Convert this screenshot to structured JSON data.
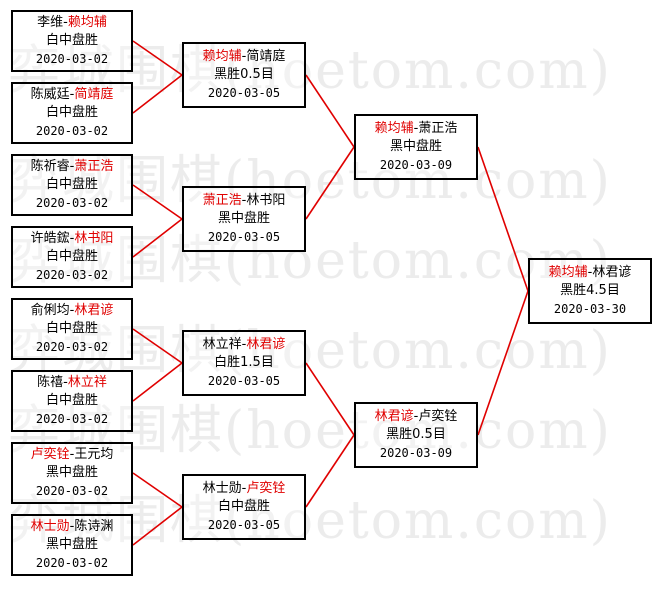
{
  "watermark": "弈城围棋(hoetom.com)",
  "colors": {
    "winner": "#e00000",
    "line": "#e00000",
    "border": "#000000"
  },
  "round1": [
    {
      "p1": "李维",
      "p2": "赖均辅",
      "winner": 2,
      "result": "白中盘胜",
      "date": "2020-03-02"
    },
    {
      "p1": "陈威廷",
      "p2": "简靖庭",
      "winner": 2,
      "result": "白中盘胜",
      "date": "2020-03-02"
    },
    {
      "p1": "陈祈睿",
      "p2": "萧正浩",
      "winner": 2,
      "result": "白中盘胜",
      "date": "2020-03-02"
    },
    {
      "p1": "许皓鋐",
      "p2": "林书阳",
      "winner": 2,
      "result": "白中盘胜",
      "date": "2020-03-02"
    },
    {
      "p1": "俞俐均",
      "p2": "林君谚",
      "winner": 2,
      "result": "白中盘胜",
      "date": "2020-03-02"
    },
    {
      "p1": "陈禧",
      "p2": "林立祥",
      "winner": 2,
      "result": "白中盘胜",
      "date": "2020-03-02"
    },
    {
      "p1": "卢奕铨",
      "p2": "王元均",
      "winner": 1,
      "result": "黑中盘胜",
      "date": "2020-03-02"
    },
    {
      "p1": "林士勋",
      "p2": "陈诗渊",
      "winner": 1,
      "result": "黑中盘胜",
      "date": "2020-03-02"
    }
  ],
  "round2": [
    {
      "p1": "赖均辅",
      "p2": "简靖庭",
      "winner": 1,
      "result": "黑胜0.5目",
      "date": "2020-03-05"
    },
    {
      "p1": "萧正浩",
      "p2": "林书阳",
      "winner": 1,
      "result": "黑中盘胜",
      "date": "2020-03-05"
    },
    {
      "p1": "林立祥",
      "p2": "林君谚",
      "winner": 2,
      "result": "白胜1.5目",
      "date": "2020-03-05"
    },
    {
      "p1": "林士勋",
      "p2": "卢奕铨",
      "winner": 2,
      "result": "白中盘胜",
      "date": "2020-03-05"
    }
  ],
  "round3": [
    {
      "p1": "赖均辅",
      "p2": "萧正浩",
      "winner": 1,
      "result": "黑中盘胜",
      "date": "2020-03-09"
    },
    {
      "p1": "林君谚",
      "p2": "卢奕铨",
      "winner": 1,
      "result": "黑胜0.5目",
      "date": "2020-03-09"
    }
  ],
  "final": [
    {
      "p1": "赖均辅",
      "p2": "林君谚",
      "winner": 1,
      "result": "黑胜4.5目",
      "date": "2020-03-30"
    }
  ]
}
